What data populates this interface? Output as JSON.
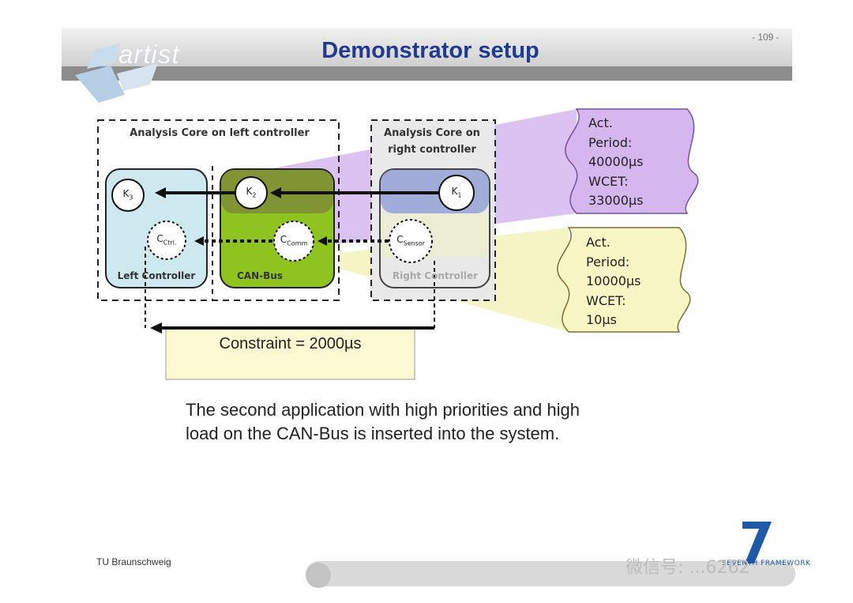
{
  "header": {
    "title": "Demonstrator setup",
    "page_number": "- 109 -",
    "logo_text": "artist"
  },
  "diagram": {
    "group_left_label": "Analysis Core on left controller",
    "group_right_label": "Analysis Core on right controller",
    "left_controller_label": "Left Controller",
    "canbus_label": "CAN-Bus",
    "right_controller_label": "Right Controller",
    "nodes": {
      "k3": {
        "base": "K",
        "sub": "3"
      },
      "k2": {
        "base": "K",
        "sub": "2"
      },
      "k1": {
        "base": "K",
        "sub": "1"
      },
      "c_ctrl": {
        "base": "C",
        "sub": "Ctrl."
      },
      "c_comm": {
        "base": "C",
        "sub": "Comm"
      },
      "c_sensor": {
        "base": "C",
        "sub": "Sensor"
      }
    },
    "constraint": "Constraint = 2000µs"
  },
  "callouts": {
    "purple": "Act.\nPeriod:\n40000µs\nWCET:\n33000µs",
    "yellow": "Act.\nPeriod:\n10000µs\nWCET:\n10µs"
  },
  "body": {
    "text": "The second application with high priorities and high\nload on the CAN-Bus is inserted into the system."
  },
  "footer": {
    "left": "TU Braunschweig",
    "watermark": "微信号: ...6262",
    "fp7_logo_text": "SEVENTH FRAMEWORK"
  },
  "colors": {
    "title": "#1f3b8f",
    "canbus": "#8fc31f",
    "controller": "#cde8ee",
    "purple_callout": "#d7b8ef",
    "yellow_callout": "#f8f6c4"
  }
}
